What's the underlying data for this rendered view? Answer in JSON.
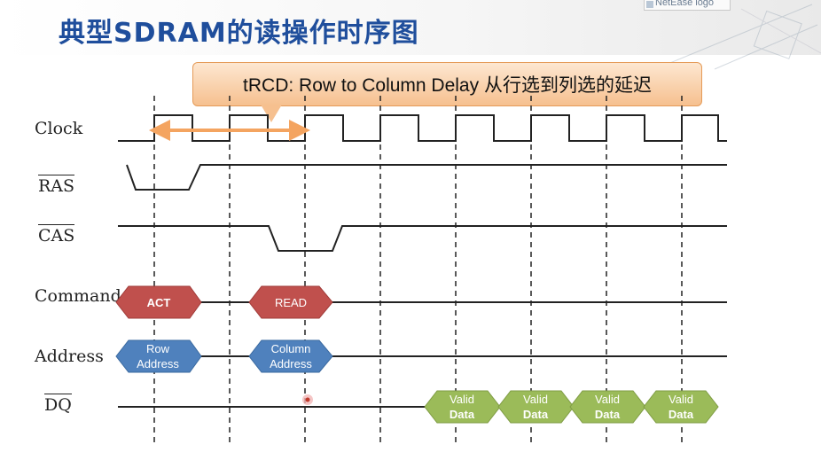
{
  "title": "典型SDRAM的读操作时序图",
  "logo": {
    "alt_text": "NetEase logo"
  },
  "callout": {
    "text": "tRCD: Row to Column Delay  从行选到列选的延迟"
  },
  "signals": {
    "clock": "Clock",
    "ras": "RAS",
    "cas": "CAS",
    "command": "Command",
    "address": "Address",
    "dq": "DQ"
  },
  "command_bus": [
    "ACT",
    "READ"
  ],
  "address_bus": [
    [
      "Row",
      "Address"
    ],
    [
      "Column",
      "Address"
    ]
  ],
  "dq_bus": [
    [
      "Valid",
      "Data"
    ],
    [
      "Valid",
      "Data"
    ],
    [
      "Valid",
      "Data"
    ],
    [
      "Valid",
      "Data"
    ]
  ],
  "colors": {
    "title": "#1f4e9c",
    "command": "#c0504d",
    "address": "#4f81bd",
    "data": "#9bbb59",
    "arrow": "#f4a460",
    "callout": "#f6c08f"
  }
}
